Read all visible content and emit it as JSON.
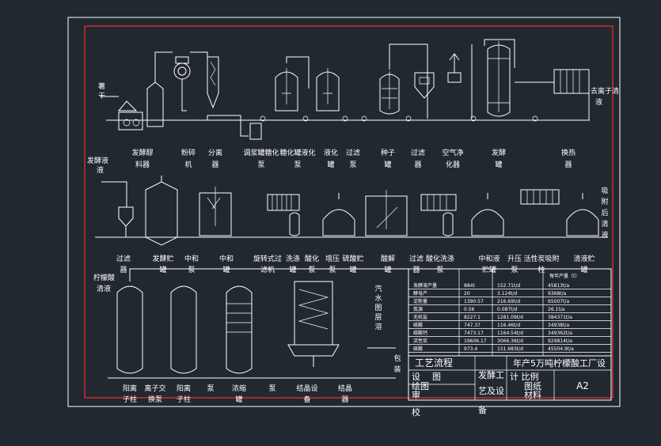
{
  "drawing": {
    "title_block": {
      "process_title": "工艺流程",
      "plant_title": "年产5万吨柠檬酸工厂设",
      "design_label": "设",
      "figure_label": "图",
      "drawn_label": "绘图",
      "check_label": "审",
      "school_label": "校",
      "subtitle_1": "发酵工",
      "subtitle_2": "艺及设",
      "subtitle_3": "备",
      "scale_label": "计 比例",
      "drawing_no_label": "图纸",
      "material_label": "材料",
      "sheet_size": "A2"
    },
    "feed_labels": {
      "row1_left": "薯",
      "row1_left_2": "干",
      "row2_left": "发酵液",
      "row2_left_2": "液",
      "row3_left": "柠檬酸",
      "row3_left_2": "清液",
      "row1_right": "去离子清",
      "row1_right_2": "液",
      "row2_right": "吸附后清液",
      "steam": "汽水",
      "steam_2": "图层",
      "steam_3": "溶",
      "pack": "包",
      "pack_2": "装"
    },
    "row1_labels": [
      [
        "发酵醪",
        "料器"
      ],
      [
        "粉碎",
        "机"
      ],
      [
        "分离",
        "器"
      ],
      [
        "调浆罐糖化",
        "泵"
      ],
      [
        "糖化罐液化",
        "泵"
      ],
      [
        "液化",
        "罐"
      ],
      [
        "过滤",
        "泵"
      ],
      [
        "种子",
        "罐"
      ],
      [
        "过滤",
        "器"
      ],
      [
        "空气净",
        "化器"
      ],
      [
        "发酵",
        "罐"
      ],
      [
        "换热",
        "器"
      ]
    ],
    "row2_labels": [
      [
        "过滤",
        "器"
      ],
      [
        "发酵贮",
        "罐"
      ],
      [
        "中和",
        "泵"
      ],
      [
        "中和",
        "罐"
      ],
      [
        "旋转式过",
        "滤机"
      ],
      [
        "洗涤",
        "罐"
      ],
      [
        "酸化",
        "泵"
      ],
      [
        "增压",
        "泵"
      ],
      [
        "硫酸贮",
        "罐"
      ],
      [
        "酸解",
        "罐"
      ],
      [
        "过滤",
        "器"
      ],
      [
        "酸化洗涤",
        "泵"
      ],
      [
        "中和液",
        "贮罐"
      ],
      [
        "升压",
        "泵"
      ],
      [
        "活性炭吸附",
        "柱"
      ],
      [
        "清液贮",
        "罐"
      ]
    ],
    "row3_labels": [
      [
        "阳离",
        "子柱"
      ],
      [
        "离子交",
        "换泵"
      ],
      [
        "阳离",
        "子柱"
      ],
      [
        "泵",
        ""
      ],
      [
        "浓缩",
        "罐"
      ],
      [
        "泵",
        ""
      ],
      [
        "结晶设",
        "备"
      ],
      [
        "结晶",
        "器"
      ]
    ],
    "table": {
      "header": [
        "",
        "",
        "",
        "每年产量（t）"
      ],
      "rows": [
        [
          "发酵液产量",
          "884t",
          "152.71t/d",
          "45813t/a"
        ],
        [
          "酵母产",
          "20",
          "3.124t/d",
          "9368t/a"
        ],
        [
          "淀粉量",
          "1390.57",
          "216.69t/d",
          "65007t/a"
        ],
        [
          "氮源",
          "0.56",
          "0.087t/d",
          "26.1t/a"
        ],
        [
          "无机盐",
          "8227.1",
          "1281.09t/d",
          "384371t/a"
        ],
        [
          "硫酸",
          "747.37",
          "116.46t/d",
          "34938t/a"
        ],
        [
          "碳酸钙",
          "7473.17",
          "1164.54t/d",
          "349362t/a"
        ],
        [
          "活性炭",
          "19606.17",
          "3066.36t/d",
          "929814t/a"
        ],
        [
          "硫酸",
          "973.4",
          "151.683t/d",
          "45504.9t/a"
        ]
      ]
    }
  }
}
